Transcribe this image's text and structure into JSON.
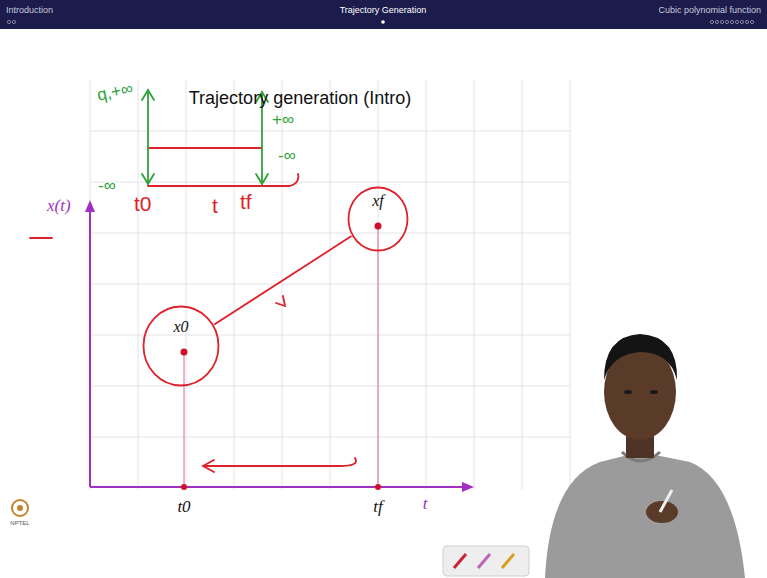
{
  "diagram": {
    "title": "Trajectory generation (Intro)",
    "nodes": [
      {
        "text": [
          "x0"
        ]
      },
      {
        "text": [
          "xf"
        ]
      }
    ],
    "edges": [
      {
        "from": 0,
        "to": 1,
        "arrow": "none"
      }
    ],
    "labels": [
      "Introduction",
      "Trajectory Generation",
      "Cubic polynomial function",
      "q,+∞",
      "-∞",
      "+∞",
      "-∞",
      "t0",
      "t",
      "tf",
      "x(t)",
      "t0",
      "tf",
      "t",
      "NPTEL"
    ]
  }
}
